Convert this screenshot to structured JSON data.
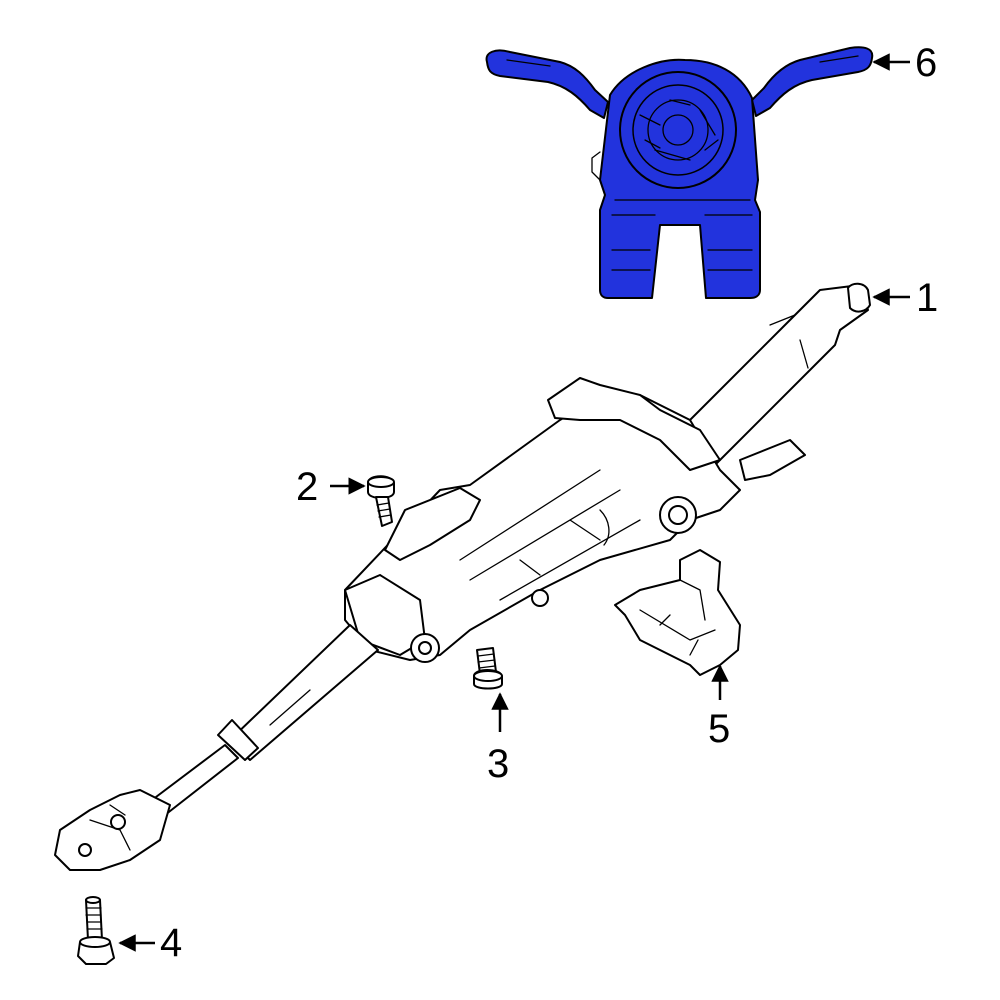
{
  "colors": {
    "highlight": "#2233dd",
    "highlight_dark": "#1a2aa8",
    "line": "#000000"
  },
  "callouts": [
    {
      "id": "1",
      "label": "1"
    },
    {
      "id": "2",
      "label": "2"
    },
    {
      "id": "3",
      "label": "3"
    },
    {
      "id": "4",
      "label": "4"
    },
    {
      "id": "5",
      "label": "5"
    },
    {
      "id": "6",
      "label": "6"
    }
  ]
}
